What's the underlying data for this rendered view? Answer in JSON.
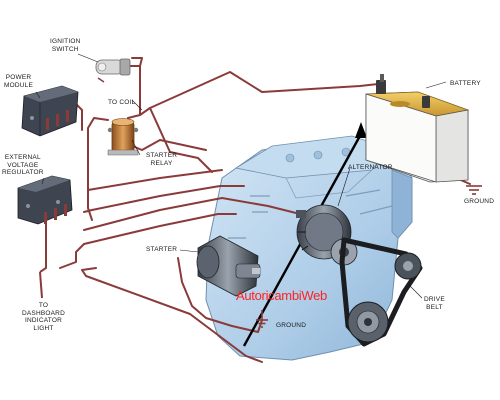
{
  "diagram": {
    "labels": {
      "ignition_switch": "IGNITION\nSWITCH",
      "power_module": "POWER\nMODULE",
      "to_coil": "TO COIL",
      "battery": "BATTERY",
      "external_voltage_regulator": "EXTERNAL\nVOLTAGE\nREGULATOR",
      "starter_relay": "STARTER\nRELAY",
      "alternator": "ALTERNATOR",
      "ground_right": "GROUND",
      "starter": "STARTER",
      "to_dashboard_indicator_light": "TO\nDASHBOARD\nINDICATOR\nLIGHT",
      "drive_belt": "DRIVE\nBELT",
      "ground_bottom": "GROUND"
    },
    "watermark": "AutoricambiWeb",
    "colors": {
      "wire": "#8b3a3a",
      "engine": "#bcd6ec",
      "battery_top": "#e8b84a",
      "relay_copper": "#c8823a",
      "watermark": "#ff2222"
    }
  }
}
